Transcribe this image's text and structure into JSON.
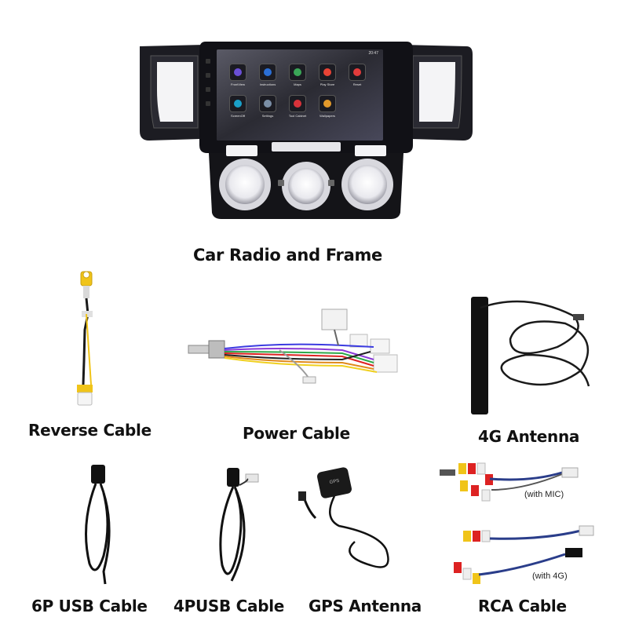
{
  "head_unit": {
    "caption": "Car Radio and Frame",
    "apps": [
      {
        "label": "FrontView",
        "icon": "front-view-icon",
        "color": "#6a4fd6"
      },
      {
        "label": "Instructions",
        "icon": "instructions-icon",
        "color": "#2b6fd6"
      },
      {
        "label": "Maps",
        "icon": "maps-icon",
        "color": "#3aa657"
      },
      {
        "label": "Play Store",
        "icon": "play-store-icon",
        "color": "#e94335"
      },
      {
        "label": "Reset",
        "icon": "reset-icon",
        "color": "#e23b3b"
      },
      {
        "label": "ScreenOff",
        "icon": "screen-off-icon",
        "color": "#1aa0c9"
      },
      {
        "label": "Settings",
        "icon": "settings-icon",
        "color": "#7a8ea6"
      },
      {
        "label": "Tool Cabinet",
        "icon": "tool-cabinet-icon",
        "color": "#d8323a"
      },
      {
        "label": "Wallpapers",
        "icon": "wallpapers-icon",
        "color": "#e39a2b"
      }
    ],
    "clock": "20:47"
  },
  "accessories": {
    "reverse": "Reverse Cable",
    "power": "Power Cable",
    "antenna_4g": "4G Antenna",
    "usb_6p": "6P USB Cable",
    "usb_4p": "4PUSB Cable",
    "gps": "GPS Antenna",
    "rca": "RCA Cable",
    "rca_mic_note": "(with MIC)",
    "rca_4g_note": "(with 4G)"
  }
}
